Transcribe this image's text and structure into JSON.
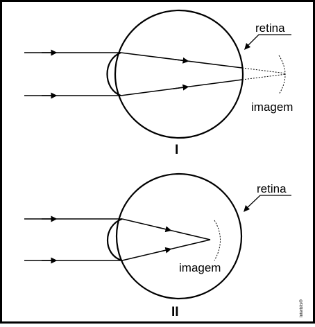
{
  "diagrams": [
    {
      "id": "I",
      "numeral": "I",
      "retina_label": "retina",
      "image_label": "imagem"
    },
    {
      "id": "II",
      "numeral": "II",
      "retina_label": "retina",
      "image_label": "imagem"
    }
  ],
  "credit": "Interbits®",
  "colors": {
    "stroke": "#000000",
    "background": "#ffffff"
  }
}
